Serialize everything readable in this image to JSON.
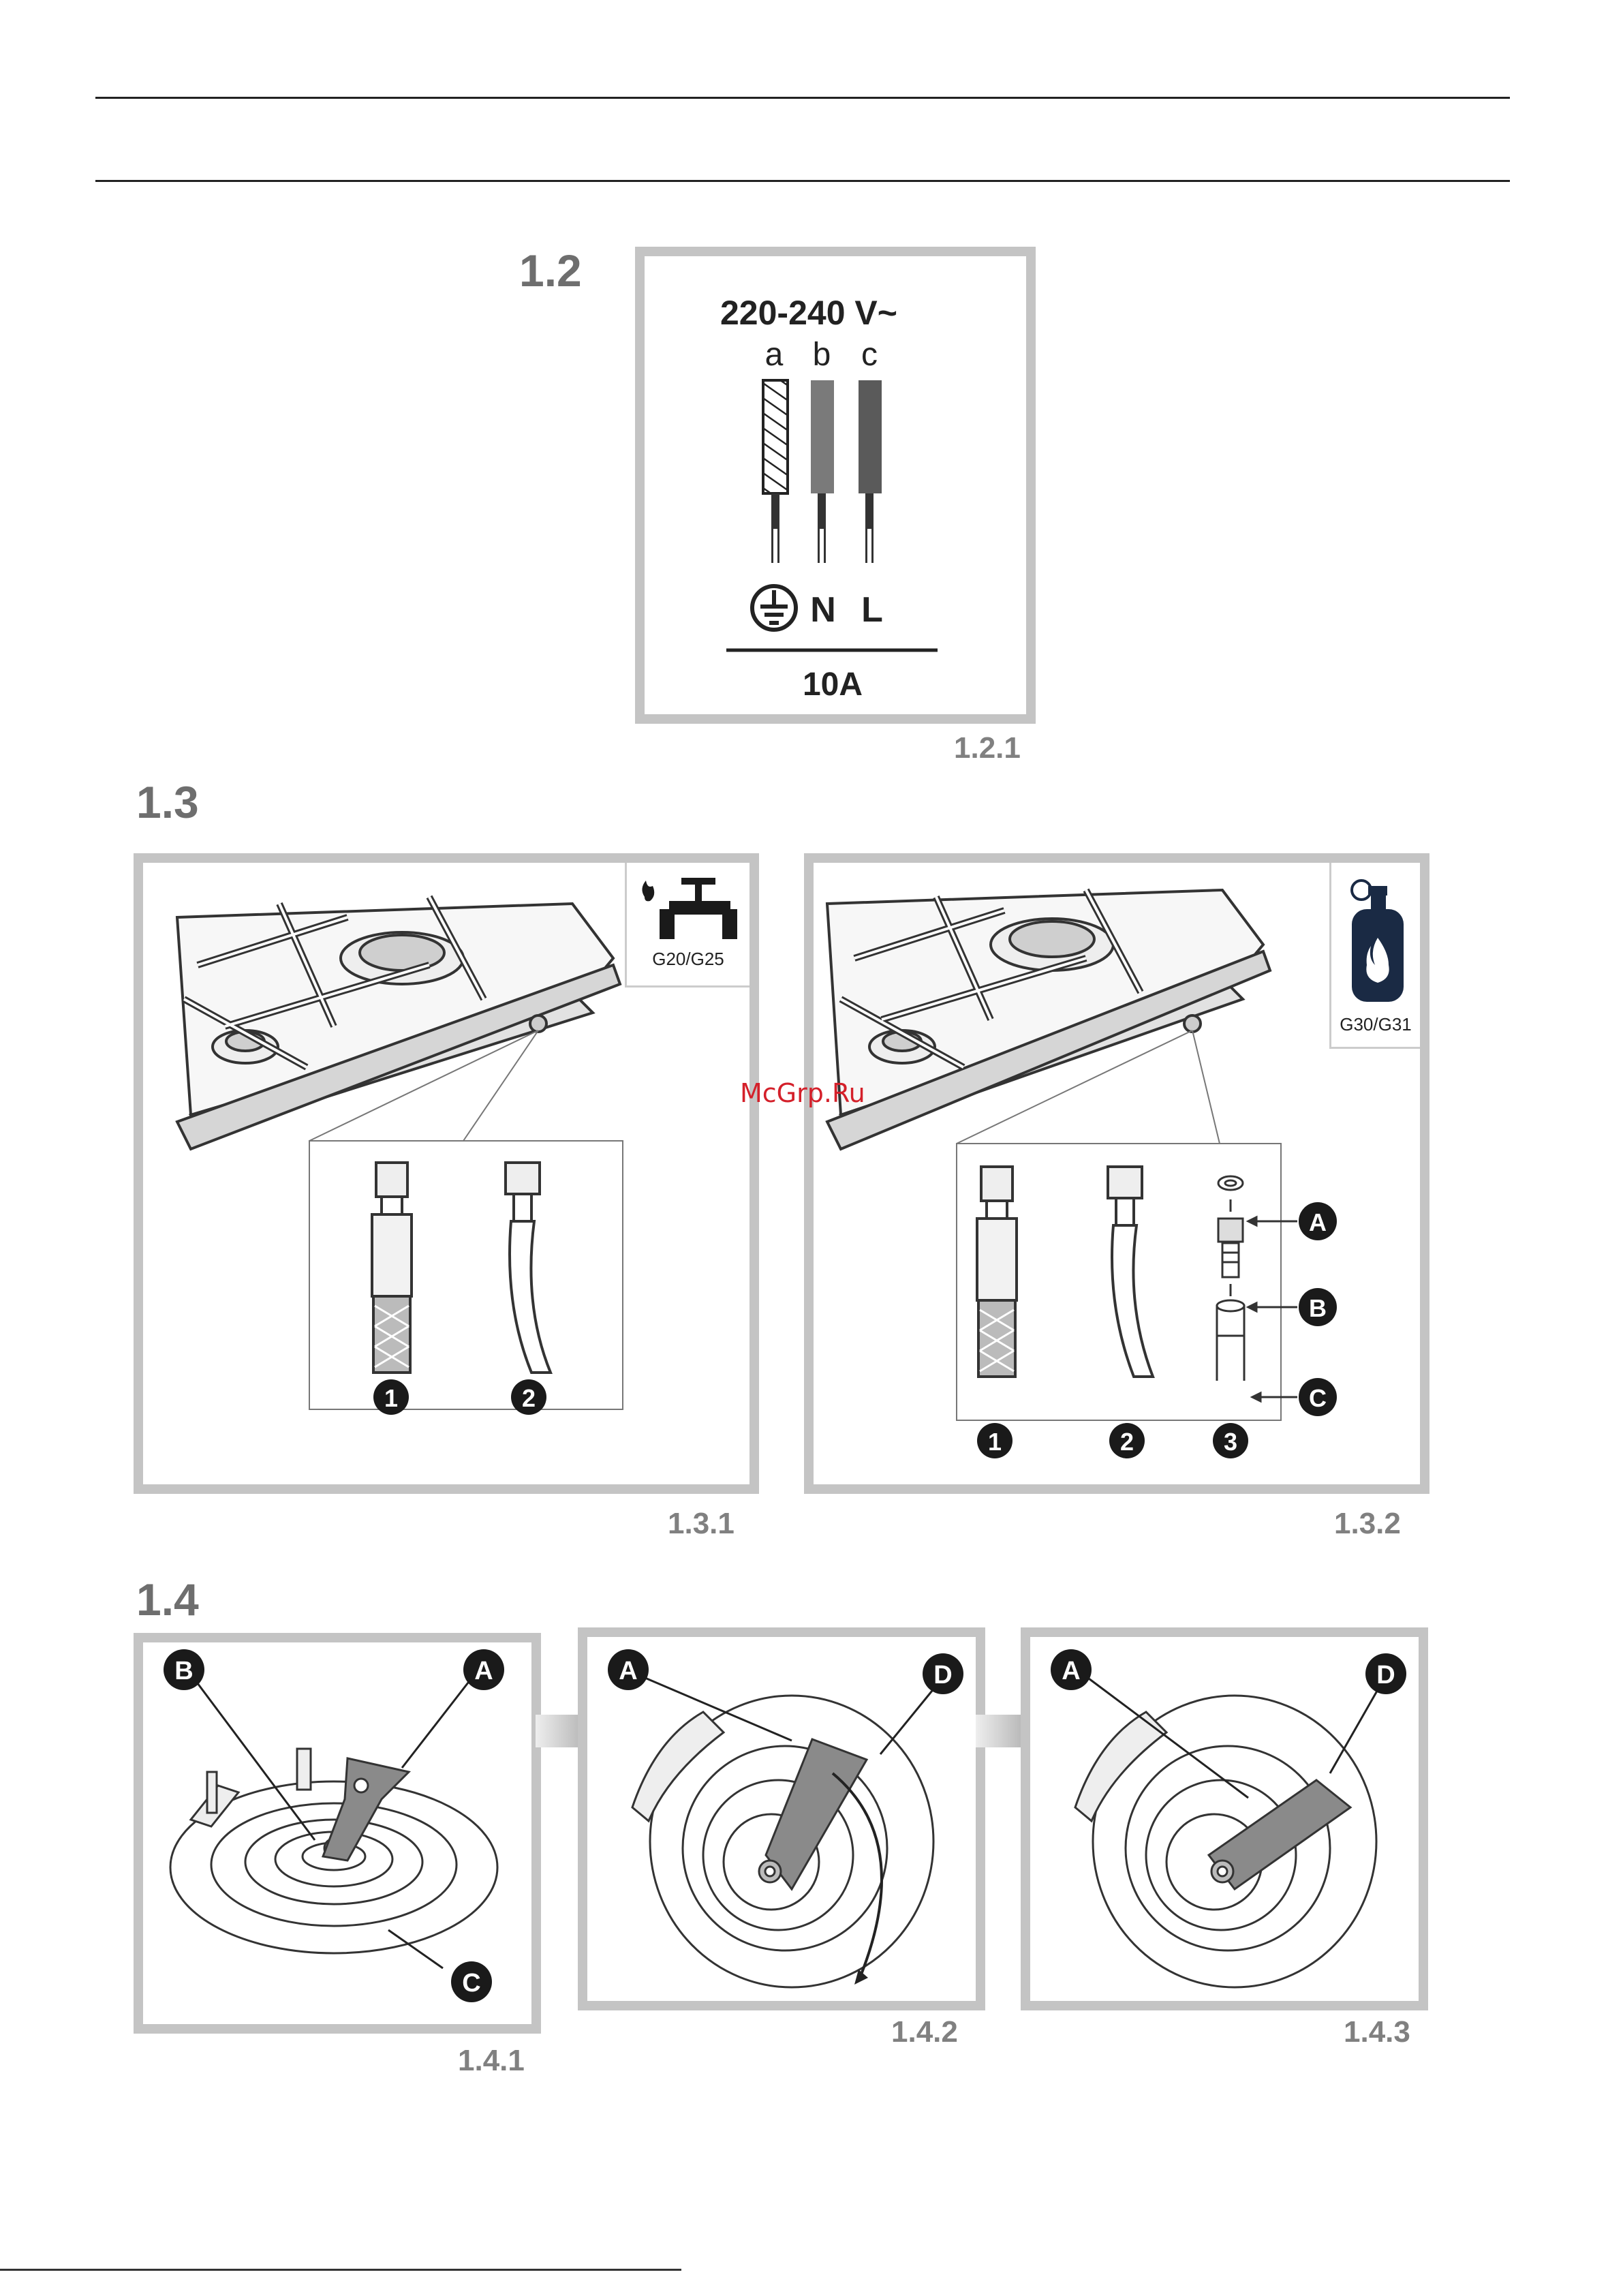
{
  "sections": {
    "s12": "1.2",
    "s13": "1.3",
    "s14": "1.4"
  },
  "figures": {
    "f121": {
      "label": "1.2.1",
      "voltage": "220-240 V~",
      "wires": [
        "a",
        "b",
        "c"
      ],
      "terminals": [
        "N",
        "L"
      ],
      "current": "10A"
    },
    "f131": {
      "label": "1.3.1",
      "gas_types": "G20/G25",
      "parts": [
        "1",
        "2"
      ]
    },
    "f132": {
      "label": "1.3.2",
      "gas_types": "G30/G31",
      "parts": [
        "1",
        "2",
        "3"
      ],
      "callouts": [
        "A",
        "B",
        "C"
      ]
    },
    "f141": {
      "label": "1.4.1",
      "callouts": [
        "B",
        "A",
        "C"
      ]
    },
    "f142": {
      "label": "1.4.2",
      "callouts": [
        "A",
        "D"
      ]
    },
    "f143": {
      "label": "1.4.3",
      "callouts": [
        "A",
        "D"
      ]
    }
  },
  "watermark": "McGrp.Ru",
  "icons": {
    "gas_tap": "gas-tap-icon",
    "gas_bottle": "gas-bottle-icon",
    "earth": "earth-ground-icon"
  }
}
